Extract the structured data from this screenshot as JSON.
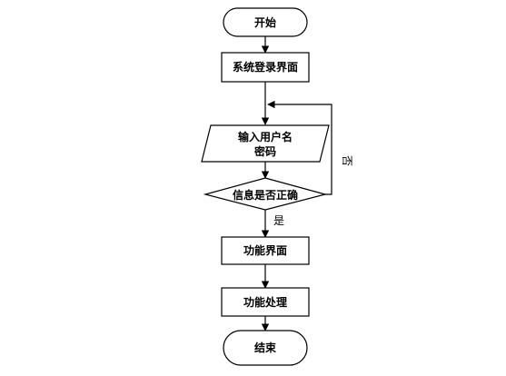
{
  "nodes": {
    "start": "开始",
    "login_screen": "系统登录界面",
    "input_line1": "输入用户名",
    "input_line2": "密码",
    "check": "信息是否正确",
    "function_screen": "功能界面",
    "function_process": "功能处理",
    "end": "结束"
  },
  "edges": {
    "yes": "是",
    "no": "否"
  },
  "colors": {
    "stroke": "#000000",
    "fill": "#ffffff"
  }
}
